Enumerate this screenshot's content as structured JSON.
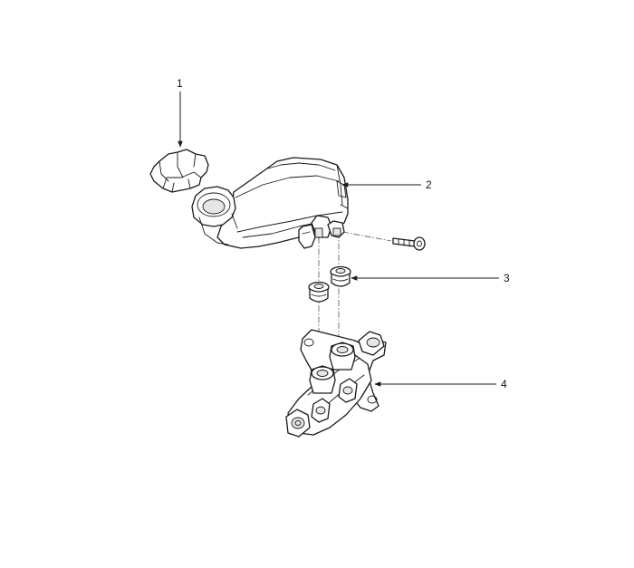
{
  "diagram": {
    "callouts": [
      {
        "id": "1",
        "label": "1",
        "part": "reservoir-cap"
      },
      {
        "id": "2",
        "label": "2",
        "part": "reservoir"
      },
      {
        "id": "3",
        "label": "3",
        "part": "grommets"
      },
      {
        "id": "4",
        "label": "4",
        "part": "master-cylinder"
      }
    ]
  },
  "colors": {
    "line": "#1a1a1a",
    "fill": "#ffffff",
    "shade": "#e6e6e6"
  }
}
